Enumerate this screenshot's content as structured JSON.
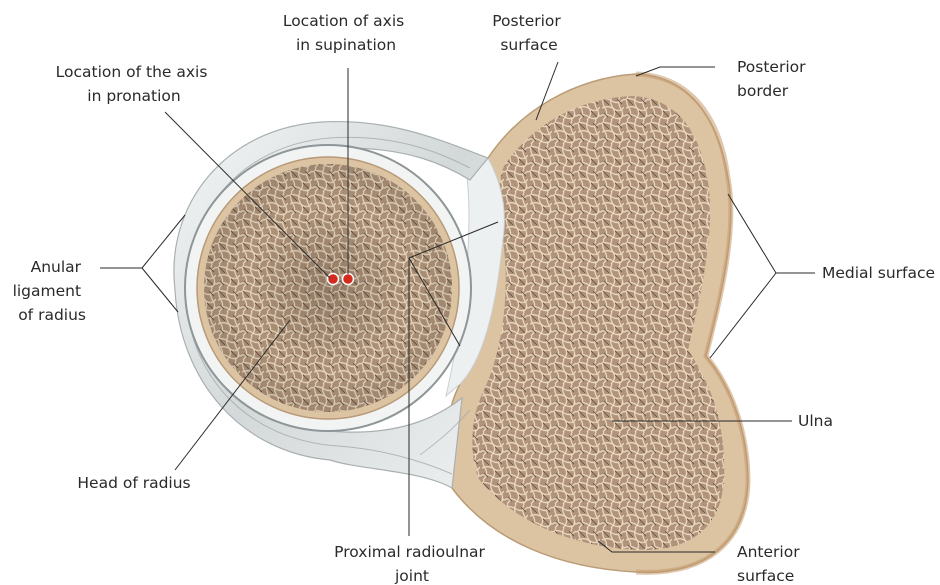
{
  "labels": {
    "axis_pronation_1": "Location of the axis",
    "axis_pronation_2": "in pronation",
    "axis_supination_1": "Location of axis",
    "axis_supination_2": "in supination",
    "posterior_surface_1": "Posterior",
    "posterior_surface_2": "surface",
    "posterior_border_1": "Posterior",
    "posterior_border_2": "border",
    "anular_ligament_1": "Anular",
    "anular_ligament_2": "ligament",
    "anular_ligament_3": "of radius",
    "medial_surface": "Medial surface",
    "ulna": "Ulna",
    "head_of_radius": "Head of radius",
    "proximal_radioulnar_1": "Proximal radioulnar",
    "proximal_radioulnar_2": "joint",
    "anterior_surface_1": "Anterior",
    "anterior_surface_2": "surface"
  },
  "colors": {
    "cortical_bone": "#dcc3a2",
    "cancellous_bone": "#b3967a",
    "ligament": "#e6e9ea",
    "axis_marker": "#d42a1e",
    "leader_line": "#2a2a2a"
  }
}
